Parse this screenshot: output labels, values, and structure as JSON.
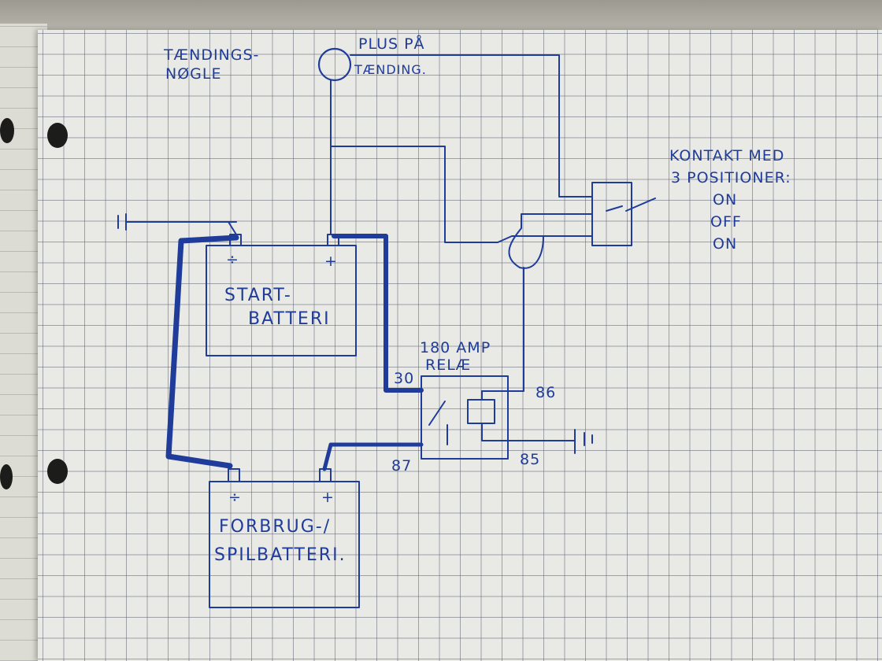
{
  "labels": {
    "ignition_key_1": "TÆNDINGS-",
    "ignition_key_2": "NØGLE",
    "plus_1": "PLUS PÅ",
    "plus_2": "TÆNDING.",
    "switch_1": "KONTAKT MED",
    "switch_2": "3 POSITIONER:",
    "pos_1": "ON",
    "pos_2": "OFF",
    "pos_3": "ON",
    "start_battery_1": "START-",
    "start_battery_2": "BATTERI",
    "service_battery_1": "FORBRUG-/",
    "service_battery_2": "SPILBATTERI.",
    "relay_1": "180 AMP",
    "relay_2": "RELÆ",
    "pin_30": "30",
    "pin_86": "86",
    "pin_87": "87",
    "pin_85": "85",
    "minus_sign": "÷",
    "plus_sign": "+"
  },
  "colors": {
    "ink": "#1f3c9a",
    "paper": "#e9e9e6",
    "grid": "#5f6473"
  }
}
